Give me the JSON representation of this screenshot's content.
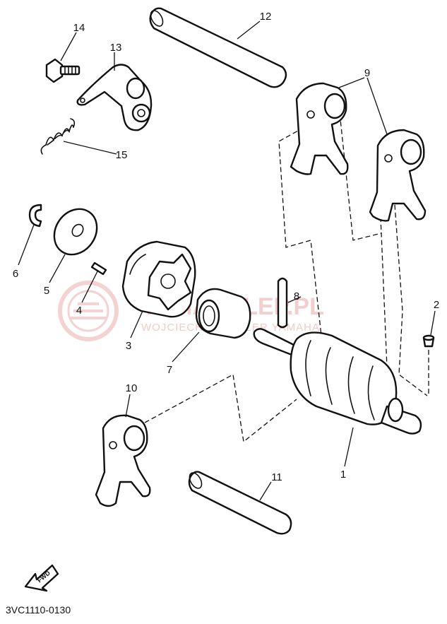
{
  "diagram_code": "3VC1110-0130",
  "fwd_label": "FWD",
  "watermark": {
    "line1": "YAMASKLEP.PL",
    "line2": "WOJCIECH ... DEALER YAMAHA"
  },
  "callouts": {
    "c1": "1",
    "c2": "2",
    "c3": "3",
    "c4": "4",
    "c5": "5",
    "c6": "6",
    "c7": "7",
    "c8": "8",
    "c9": "9",
    "c10": "10",
    "c11": "11",
    "c12": "12",
    "c13": "13",
    "c14": "14",
    "c15": "15"
  },
  "colors": {
    "line": "#111111",
    "watermark": "#e9a7a7"
  }
}
